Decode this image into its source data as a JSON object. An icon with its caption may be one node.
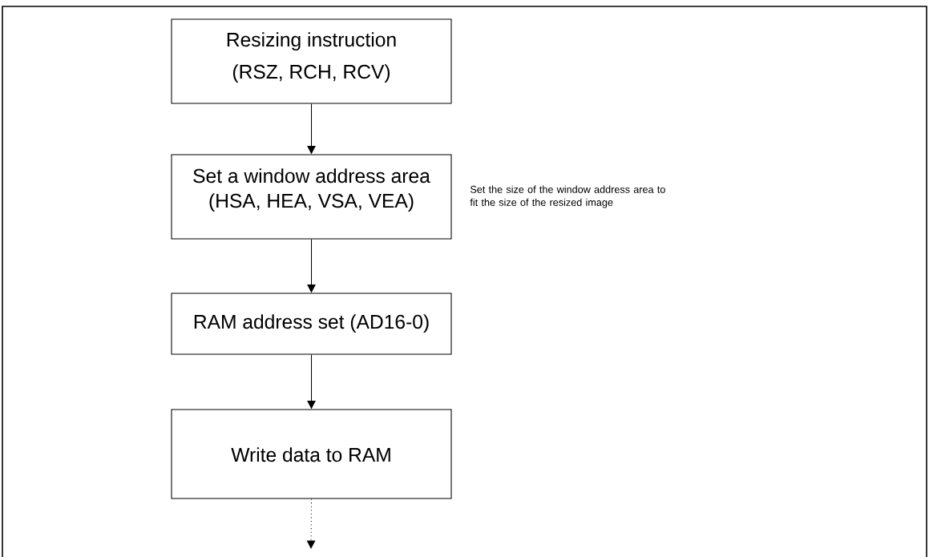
{
  "diagram": {
    "nodes": [
      {
        "text": [
          "Resizing instruction",
          "(RSZ, RCH, RCV)"
        ]
      },
      {
        "text": [
          "Set a window address area",
          "(HSA, HEA, VSA, VEA)"
        ],
        "beside": [
          "Set the size of the window address area to fit the size of the resized image"
        ]
      },
      {
        "text": [
          "RAM address set (AD16-0)"
        ]
      },
      {
        "text": [
          "Write data to RAM"
        ]
      }
    ],
    "edges": [
      {
        "from": 0,
        "to": 1,
        "arrow": "to"
      },
      {
        "from": 1,
        "to": 2,
        "arrow": "to"
      },
      {
        "from": 2,
        "to": 3,
        "arrow": "to"
      },
      {
        "from": 3,
        "to": null,
        "arrow": "to",
        "style": "dashed"
      }
    ]
  }
}
